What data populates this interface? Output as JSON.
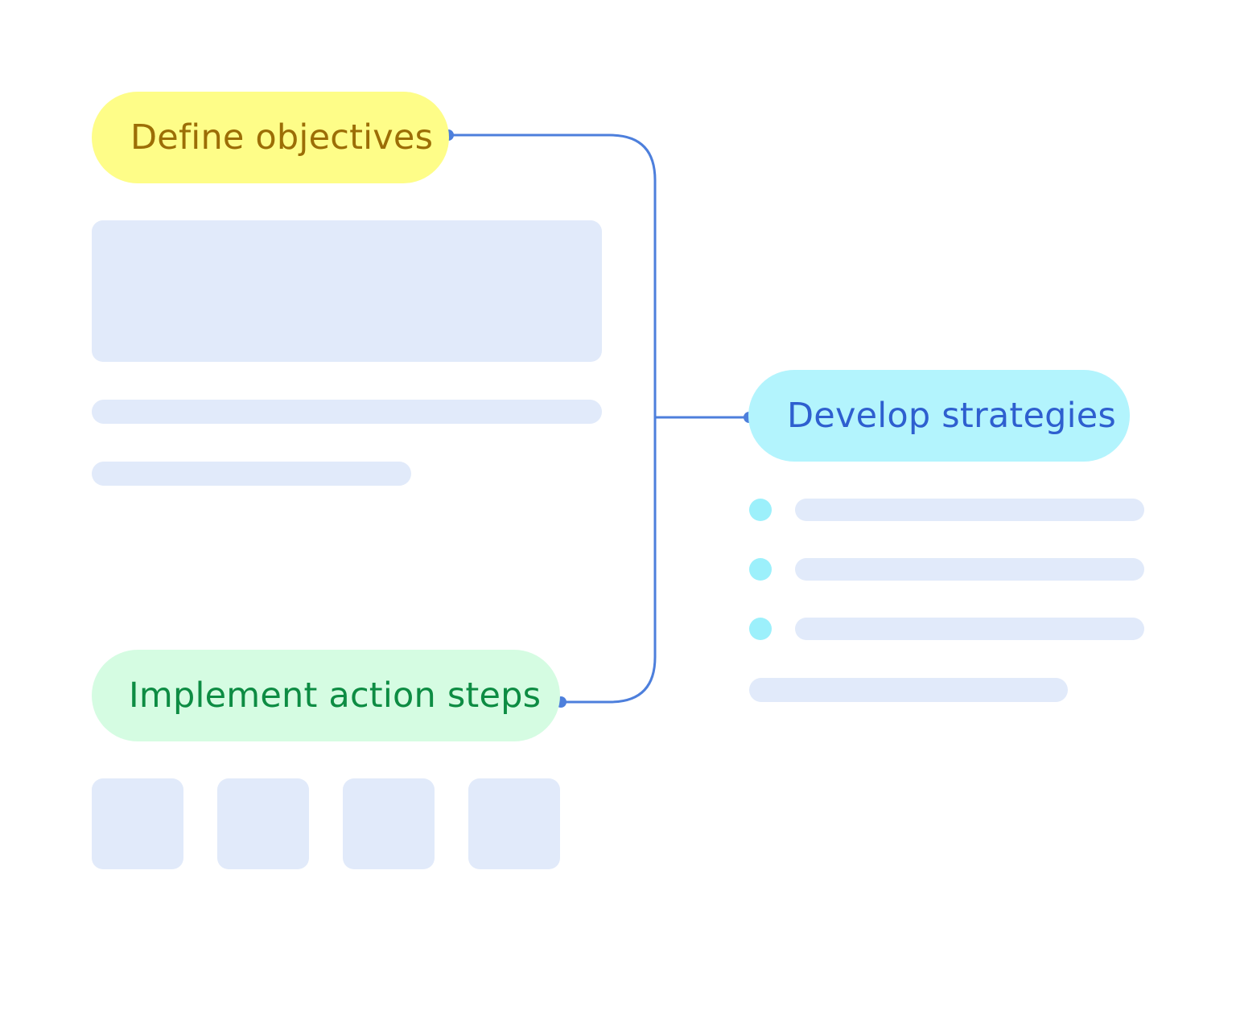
{
  "nodes": {
    "define_objectives": "Define objectives",
    "develop_strategies": "Develop strategies",
    "implement_action_steps": "Implement action steps"
  },
  "colors": {
    "connector": "#4d7fdc",
    "objectives_bg": "#fefd88",
    "objectives_text": "#9c6e06",
    "strategies_bg": "#b3f4fd",
    "strategies_text": "#2e5fcf",
    "implement_bg": "#d5fce2",
    "implement_text": "#0d8c43",
    "placeholder": "#e1eafa",
    "bullet": "#9cf0fb"
  }
}
